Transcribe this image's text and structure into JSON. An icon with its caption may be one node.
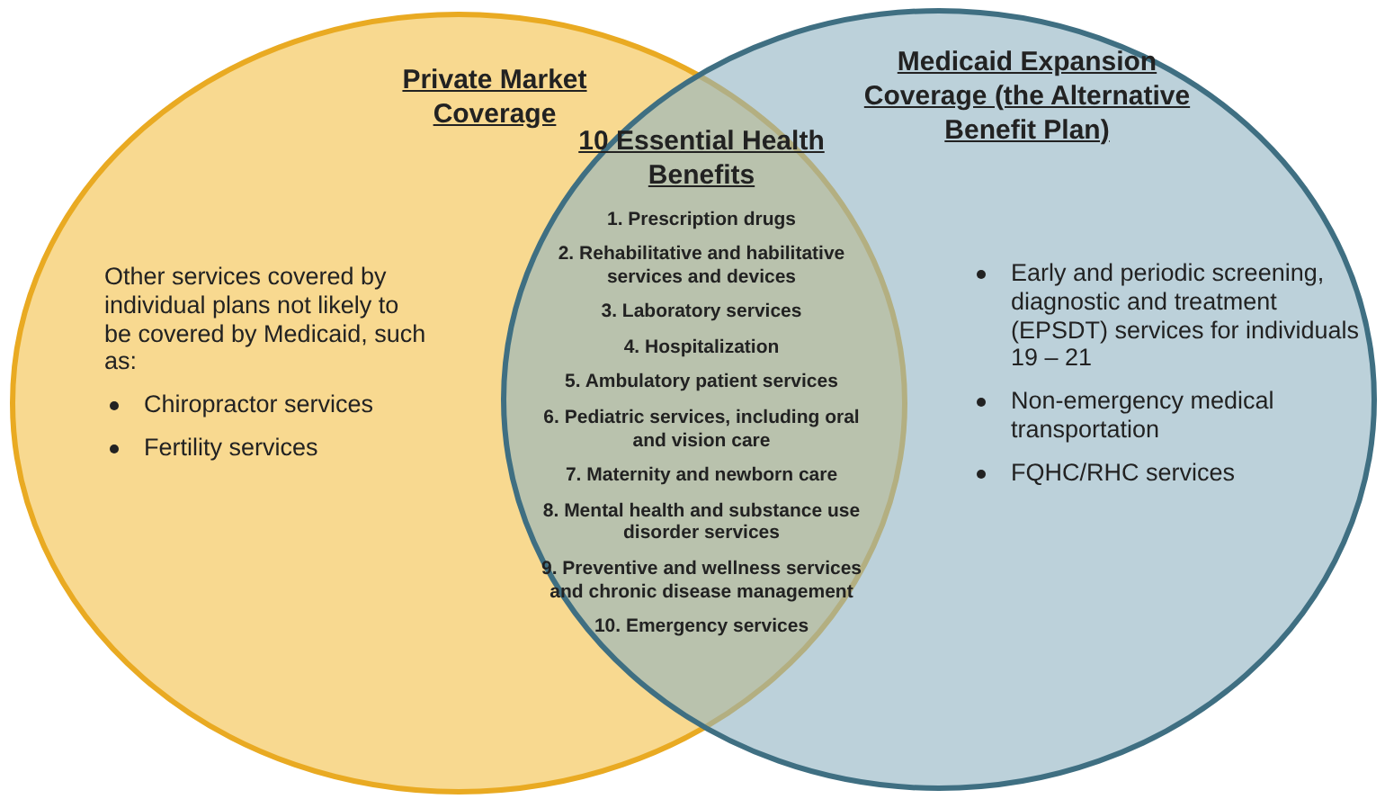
{
  "diagram": {
    "nodes": [
      {
        "text": [
          "Private Market Coverage",
          "Other services covered by individual plans not likely to be covered by Medicaid, such as:",
          "Chiropractor services",
          "Fertility services"
        ]
      },
      {
        "text": [
          "Medicaid Expansion Coverage (the Alternative Benefit Plan)",
          "Early and periodic screening, diagnostic and treatment (EPSDT) services for individuals 19 – 21",
          "Non-emergency medical transportation",
          "FQHC/RHC services"
        ]
      }
    ],
    "edges": [],
    "labels": [
      "10 Essential Health Benefits",
      "1. Prescription drugs",
      "2. Rehabilitative and habilitative services and devices",
      "3. Laboratory services",
      "4. Hospitalization",
      "5. Ambulatory patient services",
      "6. Pediatric services, including oral and vision care",
      "7. Maternity and newborn care",
      "8. Mental health and substance use disorder services",
      "9. Preventive and wellness services and chronic disease management",
      "10. Emergency services"
    ]
  }
}
